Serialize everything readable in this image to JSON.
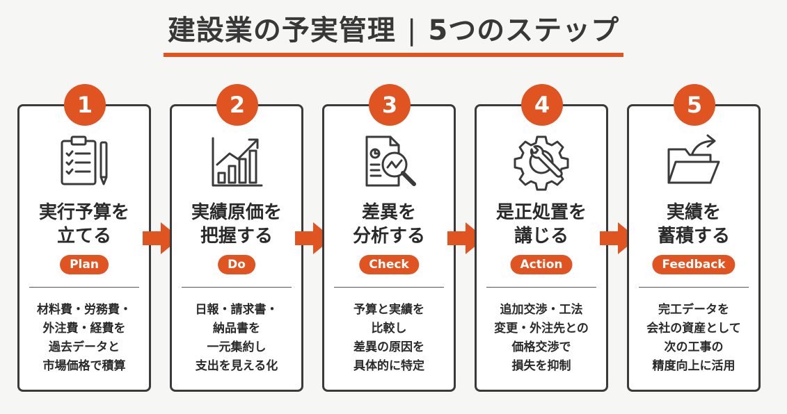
{
  "title": {
    "main": "建設業の予実管理",
    "separator": "|",
    "sub": "5つのステップ"
  },
  "colors": {
    "accent": "#e05422",
    "border": "#3a3a3a",
    "text": "#2b2b2b"
  },
  "steps": [
    {
      "number": "1",
      "icon": "clipboard-checklist-icon",
      "title_lines": [
        "実行予算を",
        "立てる"
      ],
      "tag": "Plan",
      "desc_lines": [
        "材料費・労務費・",
        "外注費・経費を",
        "過去データと",
        "市場価格で積算"
      ]
    },
    {
      "number": "2",
      "icon": "bar-chart-growth-icon",
      "title_lines": [
        "実績原価を",
        "把握する"
      ],
      "tag": "Do",
      "desc_lines": [
        "日報・請求書・",
        "納品書を",
        "一元集約し",
        "支出を見える化"
      ]
    },
    {
      "number": "3",
      "icon": "document-magnifier-icon",
      "title_lines": [
        "差異を",
        "分析する"
      ],
      "tag": "Check",
      "desc_lines": [
        "予算と実績を",
        "比較し",
        "差異の原因を",
        "具体的に特定"
      ]
    },
    {
      "number": "4",
      "icon": "gear-wrench-icon",
      "title_lines": [
        "是正処置を",
        "講じる"
      ],
      "tag": "Action",
      "desc_lines": [
        "追加交渉・工法",
        "変更・外注先との",
        "価格交渉で",
        "損失を抑制"
      ]
    },
    {
      "number": "5",
      "icon": "folder-export-icon",
      "title_lines": [
        "実績を",
        "蓄積する"
      ],
      "tag": "Feedback",
      "desc_lines": [
        "完工データを",
        "会社の資産として",
        "次の工事の",
        "精度向上に活用"
      ]
    }
  ]
}
